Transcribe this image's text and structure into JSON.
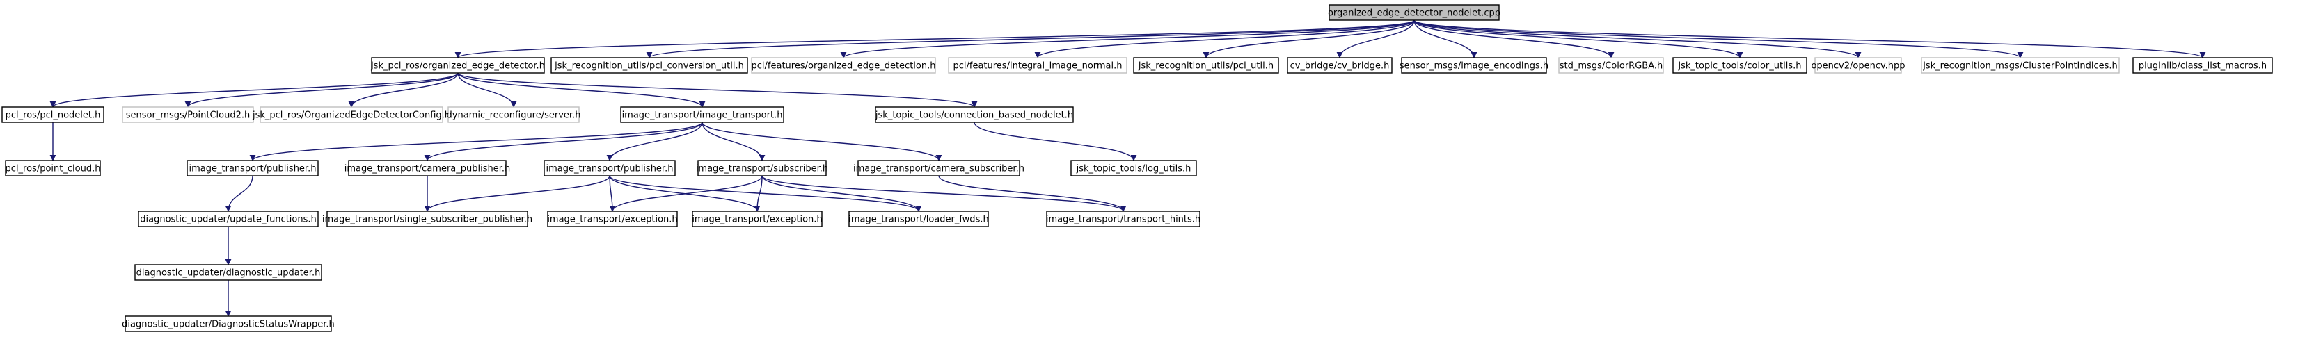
{
  "colors": {
    "root_fill": "#bfbfbf",
    "documented_fill": "#ffffff",
    "documented_stroke": "#000000",
    "external_stroke": "#bfbfbf",
    "edge": "#191970"
  },
  "nodes": [
    {
      "id": "root",
      "label": "organized_edge_detector_nodelet.cpp",
      "kind": "root"
    },
    {
      "id": "oed_h",
      "label": "jsk_pcl_ros/organized_edge_detector.h",
      "kind": "documented"
    },
    {
      "id": "pcl_conv",
      "label": "jsk_recognition_utils/pcl_conversion_util.h",
      "kind": "documented"
    },
    {
      "id": "pcl_oed",
      "label": "pcl/features/organized_edge_detection.h",
      "kind": "external"
    },
    {
      "id": "pcl_iin",
      "label": "pcl/features/integral_image_normal.h",
      "kind": "external"
    },
    {
      "id": "pcl_util",
      "label": "jsk_recognition_utils/pcl_util.h",
      "kind": "documented"
    },
    {
      "id": "cvb",
      "label": "cv_bridge/cv_bridge.h",
      "kind": "documented"
    },
    {
      "id": "enc",
      "label": "sensor_msgs/image_encodings.h",
      "kind": "documented"
    },
    {
      "id": "rgba",
      "label": "std_msgs/ColorRGBA.h",
      "kind": "external"
    },
    {
      "id": "color_utils",
      "label": "jsk_topic_tools/color_utils.h",
      "kind": "documented"
    },
    {
      "id": "opencv",
      "label": "opencv2/opencv.hpp",
      "kind": "external"
    },
    {
      "id": "cpi",
      "label": "jsk_recognition_msgs/ClusterPointIndices.h",
      "kind": "external"
    },
    {
      "id": "plm",
      "label": "pluginlib/class_list_macros.h",
      "kind": "documented"
    },
    {
      "id": "pcl_nodelet",
      "label": "pcl_ros/pcl_nodelet.h",
      "kind": "documented"
    },
    {
      "id": "pc2",
      "label": "sensor_msgs/PointCloud2.h",
      "kind": "external"
    },
    {
      "id": "oedc",
      "label": "jsk_pcl_ros/OrganizedEdgeDetectorConfig.h",
      "kind": "external"
    },
    {
      "id": "dyn",
      "label": "dynamic_reconfigure/server.h",
      "kind": "external"
    },
    {
      "id": "it",
      "label": "image_transport/image_transport.h",
      "kind": "documented"
    },
    {
      "id": "cbn",
      "label": "jsk_topic_tools/connection_based_nodelet.h",
      "kind": "documented"
    },
    {
      "id": "point_cloud",
      "label": "pcl_ros/point_cloud.h",
      "kind": "documented"
    },
    {
      "id": "pub1",
      "label": "image_transport/publisher.h",
      "kind": "documented"
    },
    {
      "id": "campub",
      "label": "image_transport/camera_publisher.h",
      "kind": "documented"
    },
    {
      "id": "pub2",
      "label": "image_transport/publisher.h",
      "kind": "documented"
    },
    {
      "id": "sub",
      "label": "image_transport/subscriber.h",
      "kind": "documented"
    },
    {
      "id": "camsub",
      "label": "image_transport/camera_subscriber.h",
      "kind": "documented"
    },
    {
      "id": "log_utils",
      "label": "jsk_topic_tools/log_utils.h",
      "kind": "documented"
    },
    {
      "id": "upd_fn",
      "label": "diagnostic_updater/update_functions.h",
      "kind": "documented"
    },
    {
      "id": "ssp",
      "label": "image_transport/single_subscriber_publisher.h",
      "kind": "documented"
    },
    {
      "id": "exc1",
      "label": "image_transport/exception.h",
      "kind": "documented"
    },
    {
      "id": "exc2",
      "label": "image_transport/exception.h",
      "kind": "documented"
    },
    {
      "id": "loader",
      "label": "image_transport/loader_fwds.h",
      "kind": "documented"
    },
    {
      "id": "hints",
      "label": "image_transport/transport_hints.h",
      "kind": "documented"
    },
    {
      "id": "diag_upd",
      "label": "diagnostic_updater/diagnostic_updater.h",
      "kind": "documented"
    },
    {
      "id": "dsw",
      "label": "diagnostic_updater/DiagnosticStatusWrapper.h",
      "kind": "documented"
    }
  ],
  "edges": [
    [
      "root",
      "oed_h"
    ],
    [
      "root",
      "pcl_conv"
    ],
    [
      "root",
      "pcl_oed"
    ],
    [
      "root",
      "pcl_iin"
    ],
    [
      "root",
      "pcl_util"
    ],
    [
      "root",
      "cvb"
    ],
    [
      "root",
      "enc"
    ],
    [
      "root",
      "rgba"
    ],
    [
      "root",
      "color_utils"
    ],
    [
      "root",
      "opencv"
    ],
    [
      "root",
      "cpi"
    ],
    [
      "root",
      "plm"
    ],
    [
      "oed_h",
      "pcl_nodelet"
    ],
    [
      "oed_h",
      "pc2"
    ],
    [
      "oed_h",
      "oedc"
    ],
    [
      "oed_h",
      "dyn"
    ],
    [
      "oed_h",
      "it"
    ],
    [
      "oed_h",
      "cbn"
    ],
    [
      "pcl_nodelet",
      "point_cloud"
    ],
    [
      "it",
      "pub1"
    ],
    [
      "it",
      "campub"
    ],
    [
      "it",
      "pub2"
    ],
    [
      "it",
      "sub"
    ],
    [
      "it",
      "camsub"
    ],
    [
      "cbn",
      "log_utils"
    ],
    [
      "pub1",
      "upd_fn"
    ],
    [
      "campub",
      "ssp"
    ],
    [
      "pub2",
      "ssp"
    ],
    [
      "pub2",
      "exc1"
    ],
    [
      "pub2",
      "exc2"
    ],
    [
      "pub2",
      "loader"
    ],
    [
      "sub",
      "exc1"
    ],
    [
      "sub",
      "exc2"
    ],
    [
      "sub",
      "loader"
    ],
    [
      "sub",
      "hints"
    ],
    [
      "camsub",
      "hints"
    ],
    [
      "upd_fn",
      "diag_upd"
    ],
    [
      "diag_upd",
      "dsw"
    ]
  ]
}
